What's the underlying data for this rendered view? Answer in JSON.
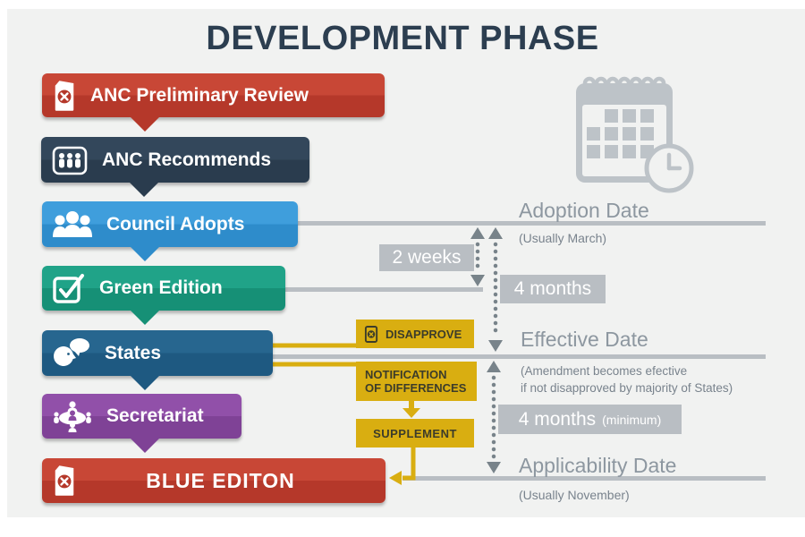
{
  "title": "DEVELOPMENT PHASE",
  "flow": {
    "banners": [
      {
        "label": "ANC Preliminary Review",
        "icon": "booklet-cross-icon",
        "color": "#c0392b"
      },
      {
        "label": "ANC Recommends",
        "icon": "committee-icon",
        "color": "#2c3e50"
      },
      {
        "label": "Council Adopts",
        "icon": "council-group-icon",
        "color": "#3498db"
      },
      {
        "label": "Green Edition",
        "icon": "checkbox-icon",
        "color": "#16a085"
      },
      {
        "label": "States",
        "icon": "speaking-head-icon",
        "color": "#21618c"
      },
      {
        "label": "Secretariat",
        "icon": "meeting-table-icon",
        "color": "#8e44ad"
      },
      {
        "label": "BLUE EDITON",
        "icon": "booklet-cross-icon",
        "color": "#c0392b"
      }
    ]
  },
  "actions": {
    "disapprove": {
      "label": "DISAPPROVE"
    },
    "notification": {
      "line1": "NOTIFICATION",
      "line2": "OF DIFFERENCES"
    },
    "supplement": {
      "label": "SUPPLEMENT"
    }
  },
  "durations": {
    "two_weeks": "2 weeks",
    "four_months": "4 months",
    "four_months_min": "4 months",
    "four_months_min_suffix": "(minimum)"
  },
  "milestones": {
    "adoption": {
      "title": "Adoption Date",
      "note": "(Usually March)"
    },
    "effective": {
      "title": "Effective Date",
      "note_line1": "(Amendment becomes efective",
      "note_line2": "if not disapproved by majority of States)"
    },
    "applicability": {
      "title": "Applicability Date",
      "note": "(Usually November)"
    }
  },
  "colors": {
    "background": "#f1f2f1",
    "title": "#2c3e50",
    "timeline": "#b9bec3",
    "duration_label_bg": "#b9bec3",
    "heading_text": "#8d97a0",
    "note_text": "#79838d",
    "dotted_arrow": "#78838a",
    "action_bg": "#d9ae11",
    "action_text": "#3c3c2a",
    "calendar_icon": "#bdc3c8"
  }
}
